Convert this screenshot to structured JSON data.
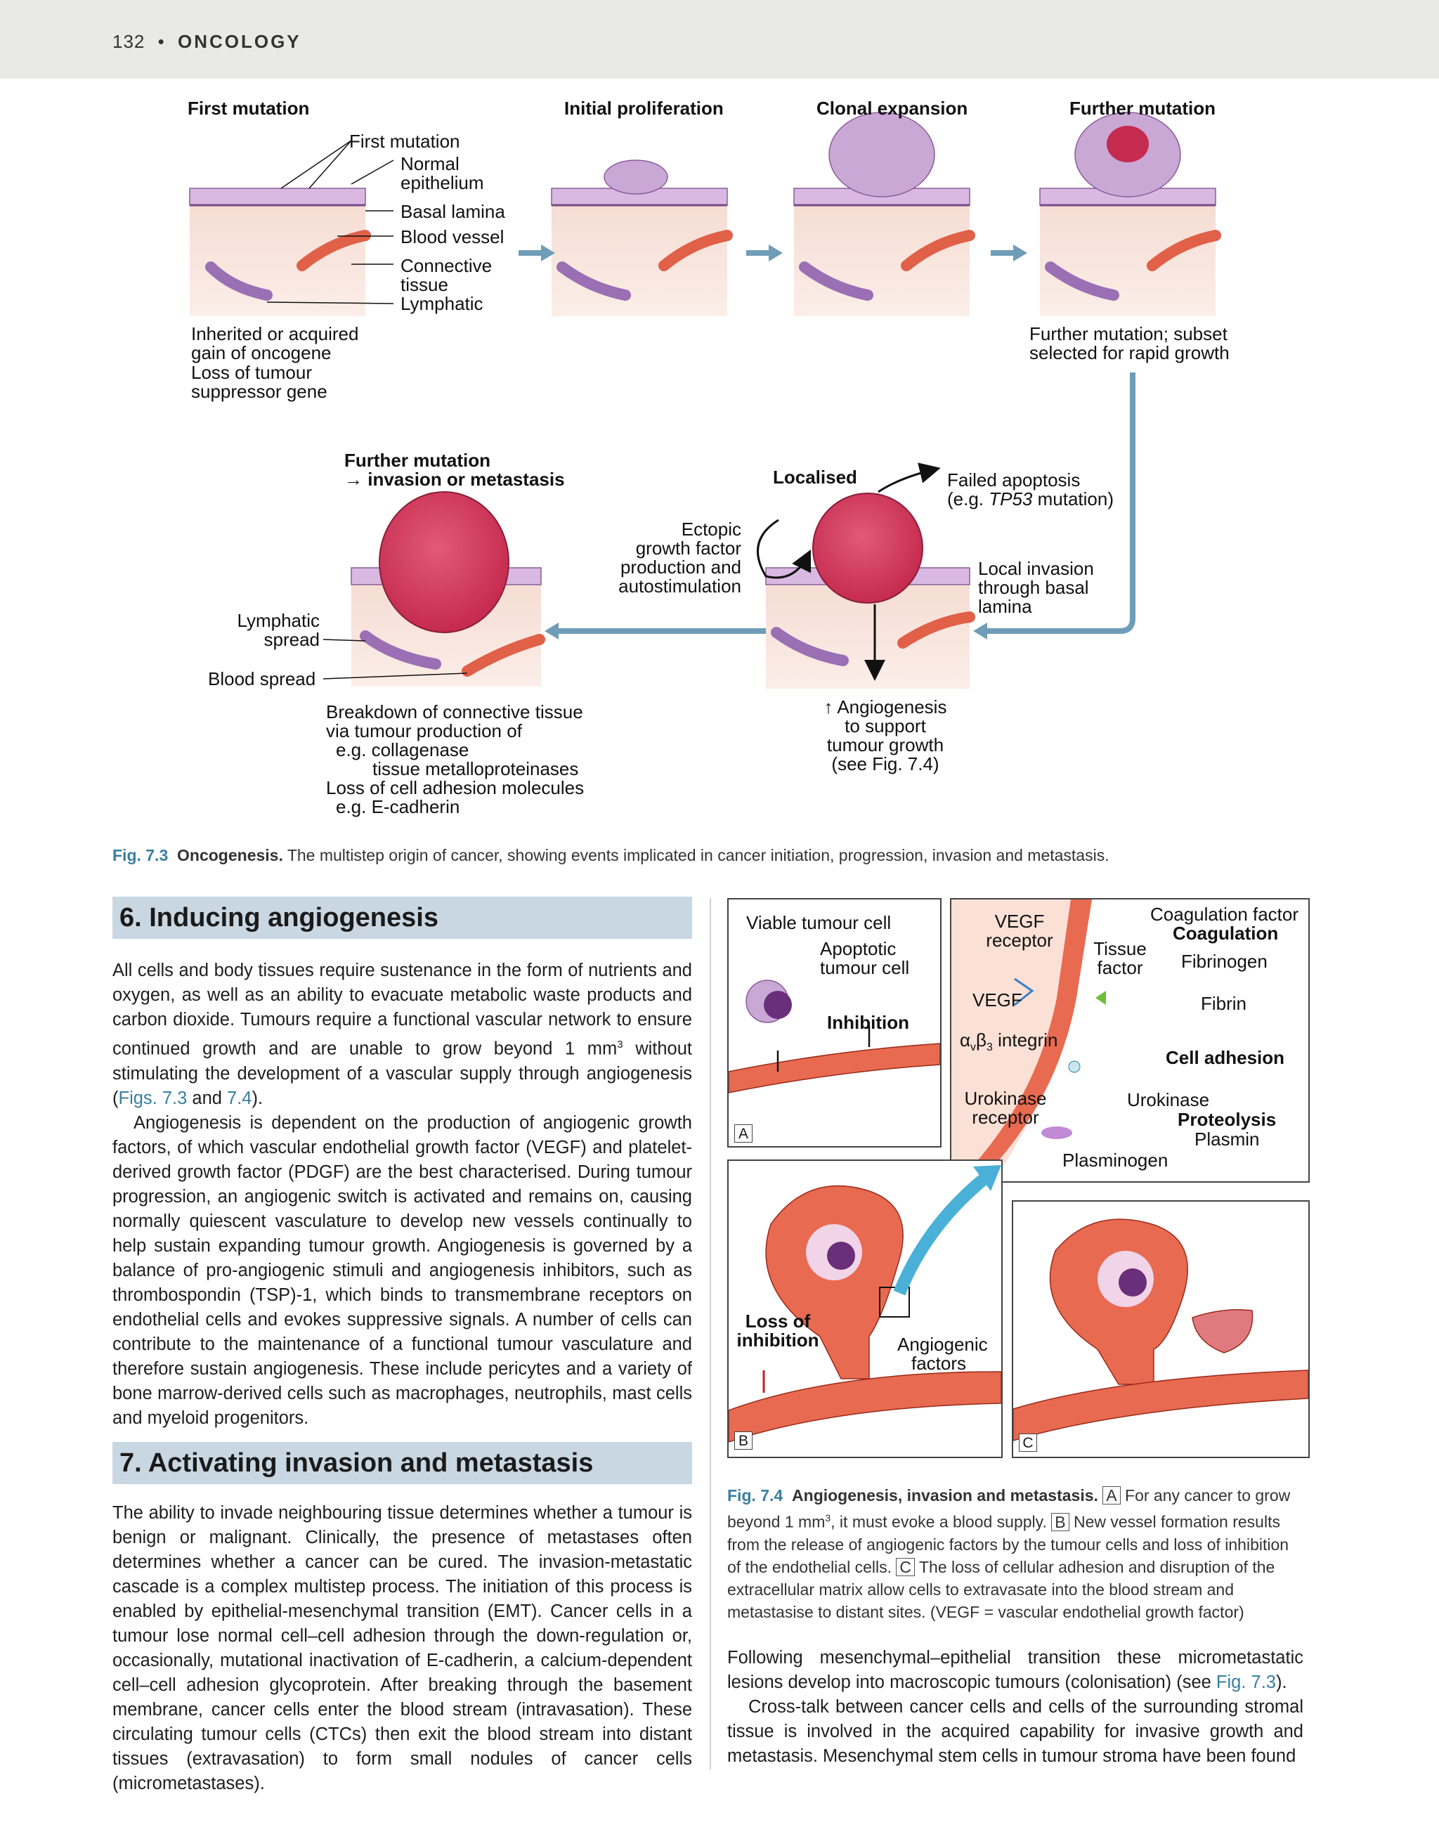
{
  "header": {
    "page_number": "132",
    "bullet": "•",
    "section": "ONCOLOGY"
  },
  "fig73": {
    "stage_titles": [
      "First mutation",
      "Initial proliferation",
      "Clonal expansion",
      "Further mutation"
    ],
    "legend": [
      "First mutation",
      "Normal",
      "epithelium",
      "Basal lamina",
      "Blood vessel",
      "Connective",
      "tissue",
      "Lymphatic"
    ],
    "first_note": [
      "Inherited or acquired",
      "gain of oncogene",
      "Loss of tumour",
      "suppressor gene"
    ],
    "further_note": [
      "Further mutation; subset",
      "selected for rapid growth"
    ],
    "invasion_title": [
      "Further mutation",
      "→ invasion or metastasis"
    ],
    "localised_title": "Localised",
    "failed_apoptosis": [
      "Failed apoptosis",
      "(e.g. ",
      "TP53",
      " mutation)"
    ],
    "ectopic": [
      "Ectopic",
      "growth factor",
      "production and",
      "autostimulation"
    ],
    "local_invasion": [
      "Local invasion",
      "through basal",
      "lamina"
    ],
    "lymphatic_spread": [
      "Lymphatic",
      "spread"
    ],
    "blood_spread": "Blood spread",
    "breakdown": [
      "Breakdown of connective tissue",
      "via tumour production of",
      "e.g. collagenase",
      "tissue metalloproteinases",
      "Loss of cell adhesion molecules",
      "e.g. E-cadherin"
    ],
    "angiogenesis_note": [
      "↑ Angiogenesis",
      "to support",
      "tumour growth",
      "(see Fig. 7.4)"
    ]
  },
  "caption73": {
    "label": "Fig. 7.3",
    "title": "Oncogenesis.",
    "text": " The multistep origin of cancer, showing events implicated in cancer initiation, progression, invasion and metastasis."
  },
  "section6": {
    "heading": "6. Inducing angiogenesis",
    "p1a": "All cells and body tissues require sustenance in the form of nutrients and oxygen, as well as an ability to evacuate metabolic waste products and carbon dioxide. Tumours require a functional vascular network to ensure continued growth and are unable to grow beyond 1 mm",
    "p1sup": "3",
    "p1b": " without stimulating the development of a vascular supply through angiogenesis (",
    "p1link1": "Figs. 7.3",
    "p1and": " and ",
    "p1link2": "7.4",
    "p1end": ").",
    "p2": "Angiogenesis is dependent on the production of angiogenic growth factors, of which vascular endothelial growth factor (VEGF) and platelet-derived growth factor (PDGF) are the best characterised. During tumour progression, an angiogenic switch is activated and remains on, causing normally quiescent vasculature to develop new vessels continually to help sustain expanding tumour growth. Angiogenesis is governed by a balance of pro-angiogenic stimuli and angiogenesis inhibitors, such as thrombospondin (TSP)-1, which binds to transmembrane receptors on endothelial cells and evokes suppressive signals. A number of cells can contribute to the maintenance of a functional tumour vasculature and therefore sustain angiogenesis. These include pericytes and a variety of bone marrow-derived cells such as macrophages, neutrophils, mast cells and myeloid progenitors."
  },
  "section7": {
    "heading": "7. Activating invasion and metastasis",
    "p1": "The ability to invade neighbouring tissue determines whether a tumour is benign or malignant. Clinically, the presence of metastases often determines whether a cancer can be cured. The invasion-metastatic cascade is a complex multistep process. The initiation of this process is enabled by epithelial-mesenchymal transition (EMT). Cancer cells in a tumour lose normal cell–cell adhesion through the down-regulation or, occasionally, mutational inactivation of E-cadherin, a calcium-dependent cell–cell adhesion glycoprotein. After breaking through the basement membrane, cancer cells enter the blood stream (intravasation). These circulating tumour cells (CTCs) then exit the blood stream into distant tissues (extravasation) to form small nodules of cancer cells (micrometastases)."
  },
  "fig74": {
    "panel_a": {
      "label": "A",
      "viable": "Viable tumour cell",
      "apoptotic": [
        "Apoptotic",
        "tumour cell"
      ],
      "inhibition": "Inhibition"
    },
    "detail": {
      "vegf_receptor": [
        "VEGF",
        "receptor"
      ],
      "tissue_factor": [
        "Tissue",
        "factor"
      ],
      "coag_factor": "Coagulation factor",
      "coagulation": "Coagulation",
      "fibrinogen": "Fibrinogen",
      "fibrin": "Fibrin",
      "vegf": "VEGF",
      "integrin_prefix": "α",
      "integrin_sub1": "v",
      "integrin_mid": "β",
      "integrin_sub2": "3",
      "integrin_suffix": " integrin",
      "cell_adhesion": "Cell adhesion",
      "urokinase_receptor": [
        "Urokinase",
        "receptor"
      ],
      "urokinase": "Urokinase",
      "proteolysis": "Proteolysis",
      "plasmin": "Plasmin",
      "plasminogen": "Plasminogen"
    },
    "panel_b": {
      "label": "B",
      "loss": [
        "Loss of",
        "inhibition"
      ],
      "angiogenic": [
        "Angiogenic",
        "factors"
      ]
    },
    "panel_c": {
      "label": "C"
    }
  },
  "caption74": {
    "label": "Fig. 7.4",
    "title": "Angiogenesis, invasion and metastasis.",
    "a": "A",
    "a_text": " For any cancer to grow beyond 1 mm",
    "a_sup": "3",
    "a_text2": ", it must evoke a blood supply. ",
    "b": "B",
    "b_text": " New vessel formation results from the release of angiogenic factors by the tumour cells and loss of inhibition of the endothelial cells. ",
    "c": "C",
    "c_text": " The loss of cellular adhesion and disruption of the extracellular matrix allow cells to extravasate into the blood stream and metastasise to distant sites. (VEGF = vascular endothelial growth factor)"
  },
  "right_text": {
    "p1a": "Following mesenchymal–epithelial transition these micrometastatic lesions develop into macroscopic tumours (colonisation) (see ",
    "p1link": "Fig. 7.3",
    "p1b": ").",
    "p2": "Cross-talk between cancer cells and cells of the surrounding stromal tissue is involved in the acquired capability for invasive growth and metastasis. Mesenchymal stem cells in tumour stroma have been found"
  },
  "colors": {
    "accent": "#3a7fa0",
    "section_bg": "#c9d7e3",
    "tumour": "#d23a5a",
    "vessel": "#e86a50",
    "epithelium": "#c9a8d6",
    "arrow": "#6f9db8"
  }
}
